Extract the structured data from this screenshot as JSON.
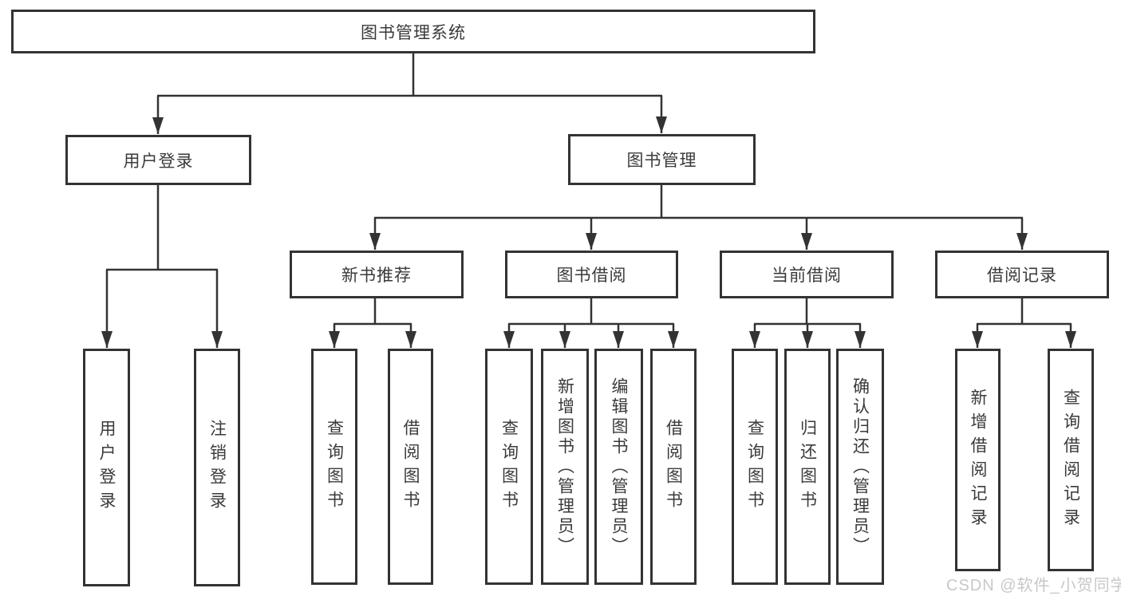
{
  "diagram": {
    "title": "图书管理系统",
    "root": {
      "label": "图书管理系统"
    },
    "level2": [
      {
        "label": "用户登录"
      },
      {
        "label": "图书管理"
      }
    ],
    "level3": [
      {
        "label": "新书推荐"
      },
      {
        "label": "图书借阅"
      },
      {
        "label": "当前借阅"
      },
      {
        "label": "借阅记录"
      }
    ],
    "leaves": {
      "user_login": [
        {
          "label": "用户登录"
        },
        {
          "label": "注销登录"
        }
      ],
      "new_book": [
        {
          "label": "查询图书"
        },
        {
          "label": "借阅图书"
        }
      ],
      "book_borrow": [
        {
          "label": "查询图书"
        },
        {
          "label": "新增图书（管理员）"
        },
        {
          "label": "编辑图书（管理员）"
        },
        {
          "label": "借阅图书"
        }
      ],
      "current_borrow": [
        {
          "label": "查询图书"
        },
        {
          "label": "归还图书"
        },
        {
          "label": "确认归还（管理员）"
        }
      ],
      "borrow_records": [
        {
          "label": "新增借阅记录"
        },
        {
          "label": "查询借阅记录"
        }
      ]
    }
  },
  "watermark": {
    "text": "CSDN @软件_小贺同学"
  },
  "colors": {
    "line": "#333333",
    "text": "#3a3a3a",
    "box_background": "#ffffff",
    "watermark": "#c6c8ca",
    "background": "#ffffff"
  }
}
